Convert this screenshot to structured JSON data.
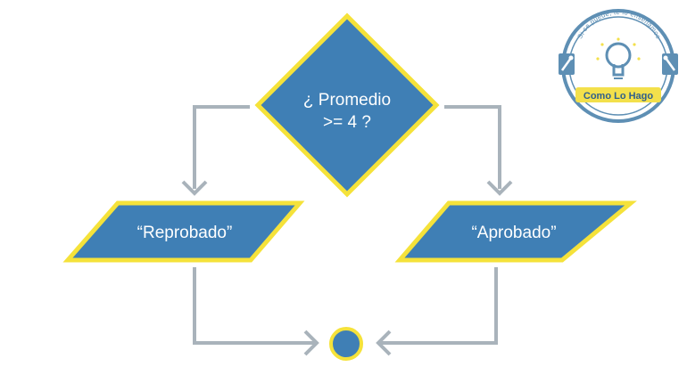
{
  "diagram": {
    "decision": {
      "line1": "¿ Promedio",
      "line2": ">= 4 ?"
    },
    "output_left": "“Reprobado”",
    "output_right": "“Aprobado”"
  },
  "logo": {
    "arc_text": "Si se puede, te lo enseñamos",
    "banner": "Como Lo Hago"
  },
  "colors": {
    "shape_fill": "#3f7fb5",
    "shape_border": "#f5e23a",
    "arrow": "#a9b3bb",
    "logo_ring": "#5e8fb4",
    "logo_yellow": "#f3e04b"
  }
}
